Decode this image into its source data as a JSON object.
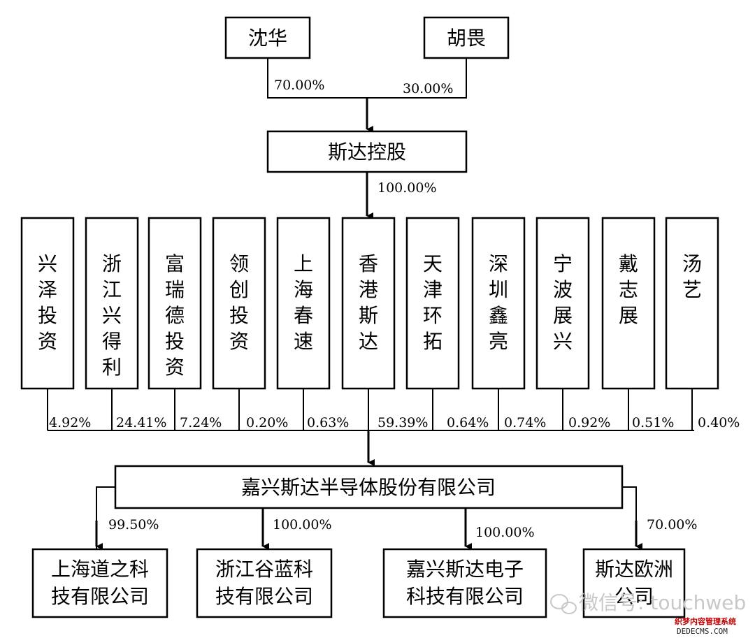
{
  "owners": [
    {
      "name": "沈华",
      "pct": "70.00%"
    },
    {
      "name": "胡畏",
      "pct": "30.00%"
    }
  ],
  "holding": {
    "name": "斯达控股",
    "pct": "100.00%"
  },
  "shareholders": [
    {
      "name": "兴泽投资",
      "pct": "4.92%"
    },
    {
      "name": "浙江兴得利",
      "pct": "24.41%"
    },
    {
      "name": "富瑞德投资",
      "pct": "7.24%"
    },
    {
      "name": "领创投资",
      "pct": "0.20%"
    },
    {
      "name": "上海春速",
      "pct": "0.63%"
    },
    {
      "name": "香港斯达",
      "pct": "59.39%"
    },
    {
      "name": "天津环拓",
      "pct": "0.64%"
    },
    {
      "name": "深圳鑫亮",
      "pct": "0.74%"
    },
    {
      "name": "宁波展兴",
      "pct": "0.92%"
    },
    {
      "name": "戴志展",
      "pct": "0.51%"
    },
    {
      "name": "汤艺",
      "pct": "0.40%"
    }
  ],
  "company": {
    "name": "嘉兴斯达半导体股份有限公司"
  },
  "subsidiaries": [
    {
      "line1": "上海道之科",
      "line2": "技有限公司",
      "pct": "99.50%"
    },
    {
      "line1": "浙江谷蓝科",
      "line2": "技有限公司",
      "pct": "100.00%"
    },
    {
      "line1": "嘉兴斯达电子",
      "line2": "科技有限公司",
      "pct": "100.00%"
    },
    {
      "line1": "斯达欧洲",
      "line2": "公司",
      "pct": "70.00%"
    }
  ],
  "watermark": {
    "wechat": "微信号: touchweb",
    "site_cn": "织梦内容管理系统",
    "site_en": "DEDECMS.COM"
  }
}
